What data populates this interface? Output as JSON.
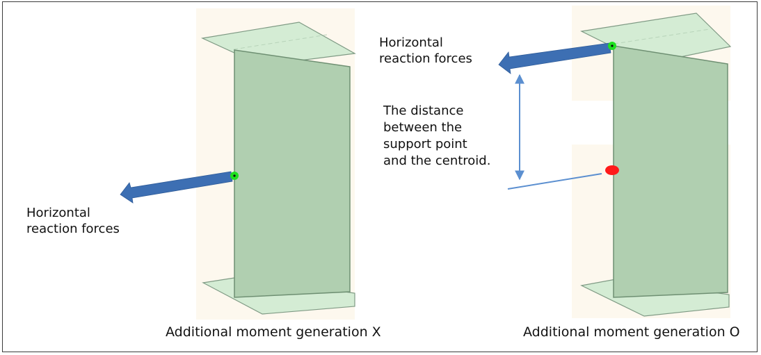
{
  "colors": {
    "background_band": "#fdf8ee",
    "web": "#b0cfb0",
    "web_edge": "#6e8f72",
    "flange": "#d4ecd4",
    "flange_edge": "#7f9a84",
    "arrow": "#3d6fb3",
    "support_point": "#1fe01f",
    "centroid": "#ff1a1a",
    "dimension_line": "#5b8fd0"
  },
  "left_panel": {
    "force_label": {
      "line1": "Horizontal",
      "line2": "reaction forces"
    },
    "caption": "Additional moment generation X"
  },
  "right_panel": {
    "force_label": {
      "line1": "Horizontal",
      "line2": "reaction forces"
    },
    "distance_label": {
      "line1": "The distance",
      "line2": "between the",
      "line3": "support point",
      "line4": "and the centroid."
    },
    "caption": "Additional moment generation O"
  }
}
